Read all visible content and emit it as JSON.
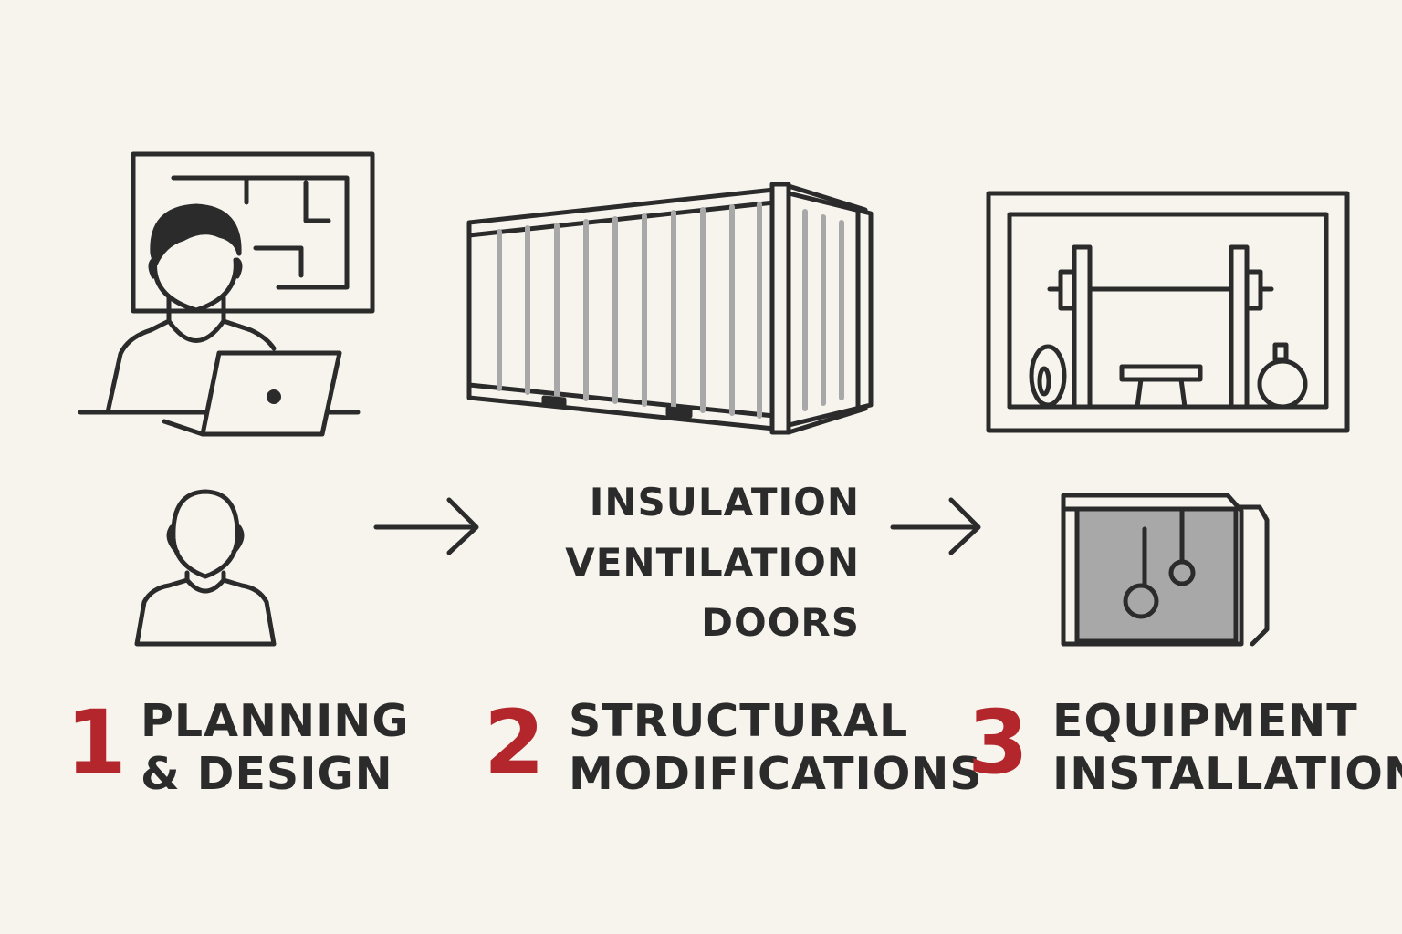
{
  "colors": {
    "ink": "#2b2b2b",
    "accent": "#b3262b",
    "fill": "#a8a8a8",
    "background": "#f7f4ee"
  },
  "steps": [
    {
      "number": "1",
      "line1": "PLANNING",
      "line2": "& DESIGN"
    },
    {
      "number": "2",
      "line1": "STRUCTURAL",
      "line2": "MODIFICATIONS"
    },
    {
      "number": "3",
      "line1": "EQUIPMENT",
      "line2": "INSTALLATION"
    }
  ],
  "modifications": [
    "INSULATION",
    "VENTILATION",
    "DOORS"
  ],
  "icons": [
    "floor-plan-icon",
    "designer-laptop-icon",
    "client-person-icon",
    "arrow-right-icon",
    "shipping-container-icon",
    "gym-layout-icon",
    "container-gym-icon"
  ]
}
